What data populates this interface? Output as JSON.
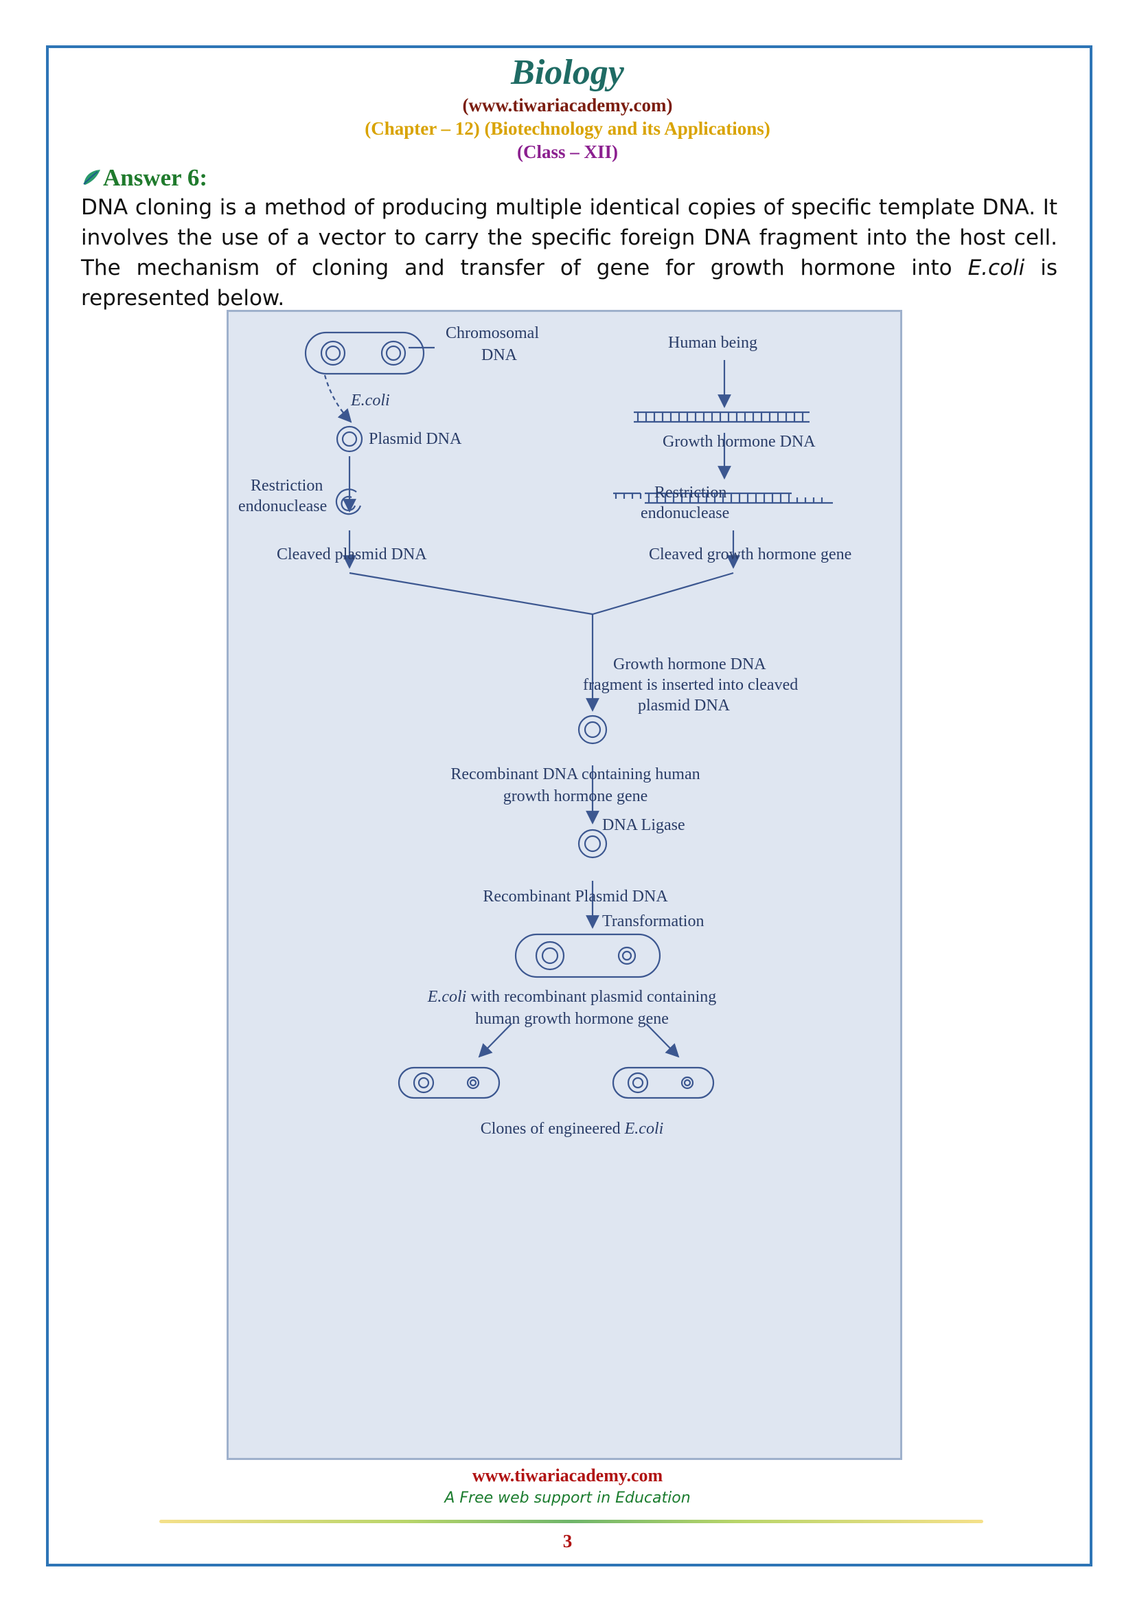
{
  "header": {
    "title": "Biology",
    "site": "(www.tiwariacademy.com)",
    "chapter": "(Chapter – 12) (Biotechnology and its Applications)",
    "class": "(Class – XII)"
  },
  "answer": {
    "heading": "Answer 6:",
    "text_before": "DNA cloning is a method of producing multiple identical copies of specific template DNA. It involves the use of a vector to carry the specific foreign DNA fragment into the host cell. The mechanism of cloning and transfer of gene for growth hormone into ",
    "text_italic": "E.coli",
    "text_after": " is represented below."
  },
  "figure": {
    "chromosomal_dna": "Chromosomal DNA",
    "chromosomal_1": "Chromosomal",
    "chromosomal_2": "DNA",
    "ecoli": "E.coli",
    "human_being": "Human being",
    "plasmid_dna": "Plasmid DNA",
    "growth_hormone_dna": "Growth hormone DNA",
    "restriction_left_1": "Restriction",
    "restriction_left_2": "endonuclease",
    "restriction_right_1": "Restriction",
    "restriction_right_2": "endonuclease",
    "cleaved_plasmid": "Cleaved plasmid DNA",
    "cleaved_gene": "Cleaved growth hormone gene",
    "insert_1": "Growth hormone DNA",
    "insert_2": "fragment is inserted into cleaved",
    "insert_3": "plasmid DNA",
    "recombinant_1": "Recombinant DNA containing human",
    "recombinant_2": "growth hormone gene",
    "ligase": "DNA Ligase",
    "recombinant_plasmid": "Recombinant Plasmid DNA",
    "transformation": "Transformation",
    "ecoli_rec_italic": "E.coli",
    "ecoli_rec_1": " with recombinant plasmid containing",
    "ecoli_rec_2": "human growth hormone gene",
    "clones_prefix": "Clones of engineered ",
    "clones_italic": "E.coli"
  },
  "footer": {
    "site": "www.tiwariacademy.com",
    "tagline": "A Free web support in Education",
    "page": "3"
  },
  "colors": {
    "frame": "#2e75b6",
    "figure_bg": "#dfe6f1",
    "diagram_ink": "#3c5790"
  }
}
